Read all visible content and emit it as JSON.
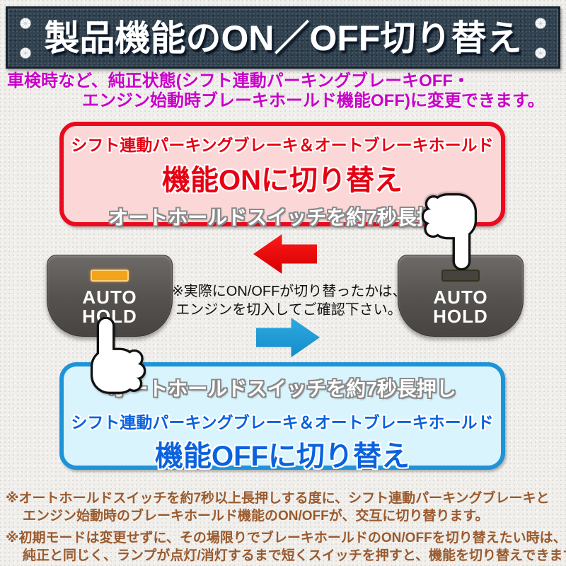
{
  "header": {
    "title": "製品機能のON／OFF切り替え",
    "bg_color": "#30414f",
    "decor_icon": "diamond-sparkle"
  },
  "intro": {
    "line1": "車検時など、純正状態(シフト連動パーキングブレーキOFF・",
    "line2": "エンジン始動時ブレーキホールド機能OFF)に変更できます。",
    "color": "#c800c8"
  },
  "on_box": {
    "subtitle": "シフト連動パーキングブレーキ＆オートブレーキホールド",
    "title": "機能ONに切り替え",
    "action": "オートホールドスイッチを約7秒長押し",
    "bg": "#fbd7d7",
    "border": "#ea0a1e",
    "text_color": "#e60012"
  },
  "off_box": {
    "action": "オートホールドスイッチを約7秒長押し",
    "subtitle": "シフト連動パーキングブレーキ＆オートブレーキホールド",
    "title": "機能OFFに切り替え",
    "bg": "#d9f4fc",
    "border": "#1e93d8",
    "text_color": "#0a62dd"
  },
  "switches": {
    "left": {
      "label_line1": "AUTO",
      "label_line2": "HOLD",
      "indicator_state": "on",
      "indicator_color": "#f4a31d"
    },
    "right": {
      "label_line1": "AUTO",
      "label_line2": "HOLD",
      "indicator_state": "off",
      "indicator_color": "#46423d"
    }
  },
  "note": {
    "line1": "※実際にON/OFFが切り替ったかは、",
    "line2": "エンジンを切入してご確認下さい。"
  },
  "arrows": {
    "to_on_color": "#e8000f",
    "to_off_color": "#1b9ad8"
  },
  "footnotes": [
    {
      "line1": "※オートホールドスイッチを約7秒以上長押しする度に、シフト連動パーキングブレーキと",
      "line2": "エンジン始動時のブレーキホールド機能のON/OFFが、交互に切り替ります。"
    },
    {
      "line1": "※初期モードは変更せずに、その場限りでブレーキホールドのON/OFFを切り替えたい時は、",
      "line2": "純正と同じく、ランプが点灯/消灯するまで短くスイッチを押すと、機能を切り替えできます。"
    }
  ]
}
